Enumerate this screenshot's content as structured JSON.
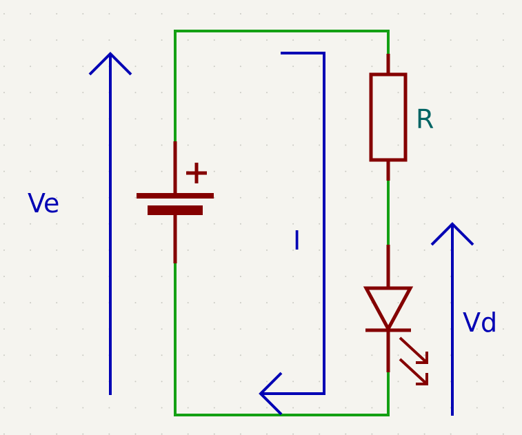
{
  "colors": {
    "background": "#f5f4ef",
    "grid_dot": "#c9c9c2",
    "wire": "#14a014",
    "component": "#840000",
    "annotation": "#0000b4",
    "reference": "#006464"
  },
  "labels": {
    "ve": "Ve",
    "vd": "Vd",
    "current": "I",
    "resistor": "R"
  },
  "components": [
    "battery",
    "resistor",
    "led"
  ]
}
